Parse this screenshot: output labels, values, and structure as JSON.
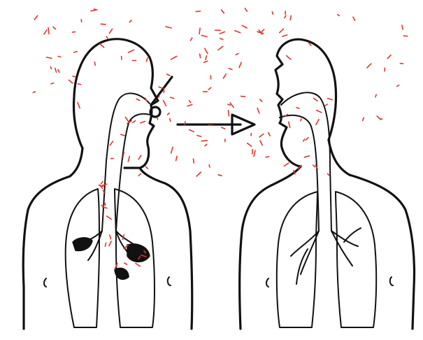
{
  "diagram": {
    "colors": {
      "ink": "#111111",
      "droplets": "#e0352b",
      "background": "#ffffff"
    },
    "figures": [
      {
        "role": "source",
        "icon": "coughing-person-icon"
      },
      {
        "role": "recipient",
        "icon": "inhaling-person-icon"
      }
    ],
    "transmission_arrow": {
      "icon": "right-arrow-icon",
      "direction": "left-to-right"
    }
  }
}
